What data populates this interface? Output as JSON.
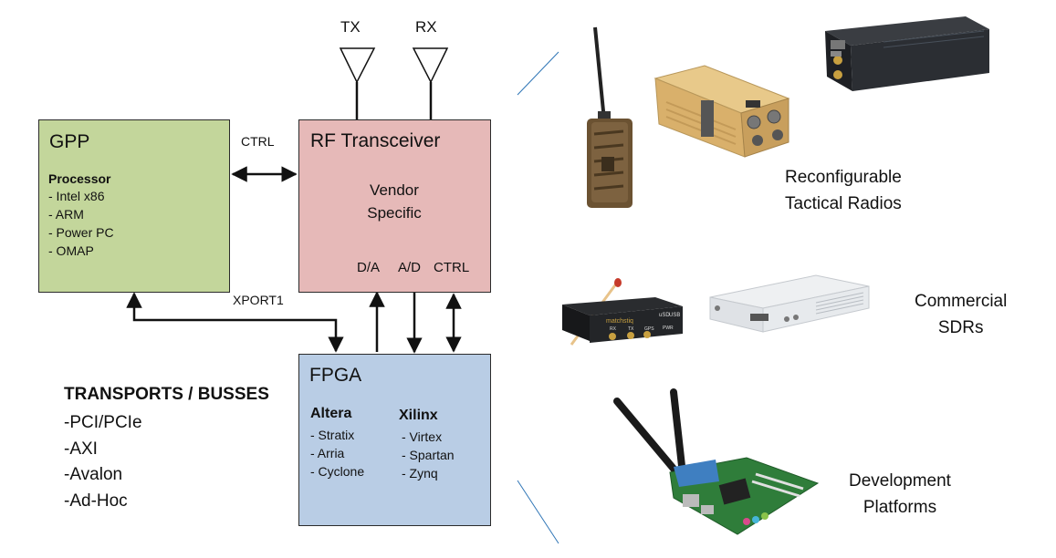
{
  "antennas": {
    "tx": "TX",
    "rx": "RX"
  },
  "gpp": {
    "title": "GPP",
    "processor_heading": "Processor",
    "processors": [
      "- Intel x86",
      "- ARM",
      "- Power PC",
      "- OMAP"
    ]
  },
  "rf": {
    "title": "RF Transceiver",
    "vendor_line1": "Vendor",
    "vendor_line2": "Specific",
    "ports": [
      "D/A",
      "A/D",
      "CTRL"
    ]
  },
  "fpga": {
    "title": "FPGA",
    "altera": {
      "heading": "Altera",
      "items": [
        "- Stratix",
        "- Arria",
        "- Cyclone"
      ]
    },
    "xilinx": {
      "heading": "Xilinx",
      "items": [
        "- Virtex",
        "- Spartan",
        "- Zynq"
      ]
    }
  },
  "links": {
    "ctrl": "CTRL",
    "xport": "XPORT1"
  },
  "transports": {
    "heading": "TRANSPORTS / BUSSES",
    "items": [
      "-PCI/PCIe",
      "-AXI",
      "-Avalon",
      "-Ad-Hoc"
    ]
  },
  "categories": {
    "tactical": [
      "Reconfigurable",
      "Tactical Radios"
    ],
    "commercial": [
      "Commercial",
      "SDRs"
    ],
    "development": [
      "Development",
      "Platforms"
    ]
  },
  "device_labels": {
    "matchstiq": "matchstiq",
    "usd": "uSD",
    "usb": "USB",
    "rx": "RX",
    "tx": "TX",
    "gps": "GPS",
    "pwr": "PWR"
  }
}
